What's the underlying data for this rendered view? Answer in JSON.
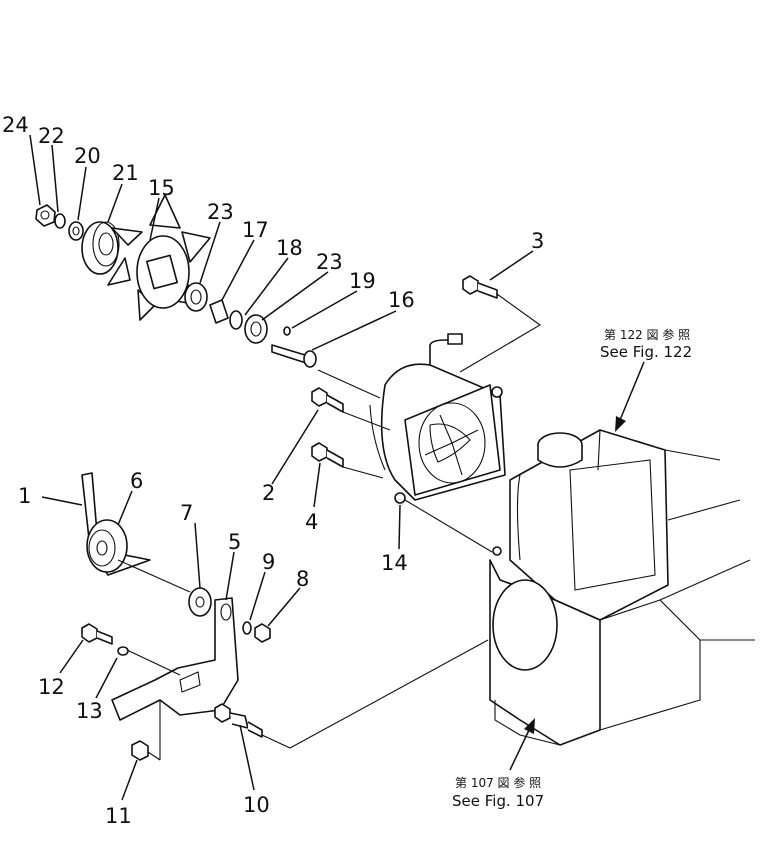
{
  "callouts": {
    "p1": "1",
    "p2": "2",
    "p3": "3",
    "p4": "4",
    "p5": "5",
    "p6": "6",
    "p7": "7",
    "p8": "8",
    "p9": "9",
    "p10": "10",
    "p11": "11",
    "p12": "12",
    "p13": "13",
    "p14": "14",
    "p15": "15",
    "p16": "16",
    "p17": "17",
    "p18": "18",
    "p19": "19",
    "p20": "20",
    "p21": "21",
    "p22": "22",
    "p23a": "23",
    "p23b": "23",
    "p24": "24"
  },
  "references": {
    "fig122_jp": "第 122 図 参 照",
    "fig122_en": "See Fig. 122",
    "fig107_jp": "第 107 図 参 照",
    "fig107_en": "See Fig. 107"
  }
}
